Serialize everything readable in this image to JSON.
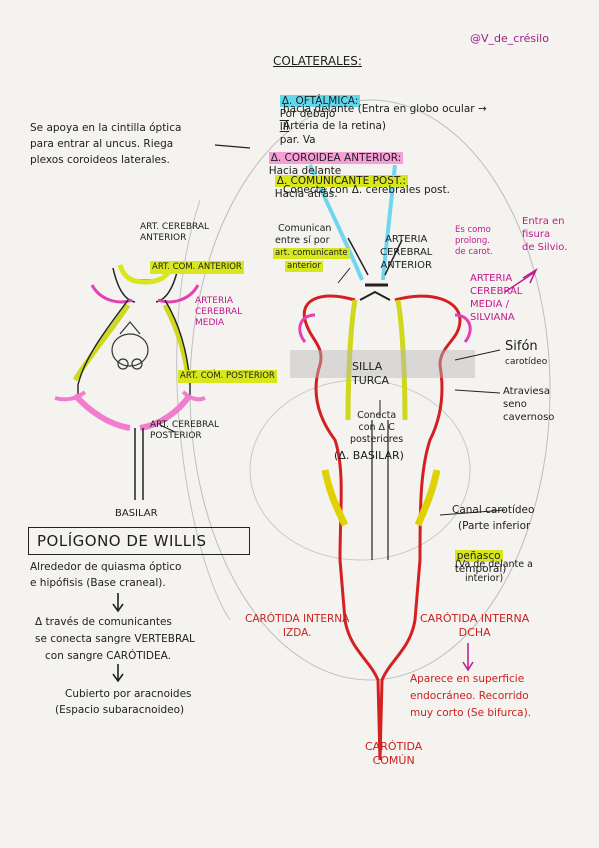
{
  "watermark": "@V_de_crésilo",
  "colaterales": {
    "title": "COLATERALES:",
    "oftalmica_label": "Δ. OFTÁLMICA:",
    "oftalmica_text1": "Por debajo",
    "oftalmica_nerve": "III",
    "oftalmica_text2": "par. Va",
    "oftalmica_line2": "hacia delante (Entra en globo ocular →",
    "oftalmica_line3": "Arteria de la retina)",
    "coroidea_label": "Δ. COROIDEA ANTERIOR:",
    "coroidea_text": "Hacia delante",
    "comunicante_label": "Δ. COMUNICANTE POST.:",
    "comunicante_text": "Hacia atrás.",
    "comunicante_line2": "Conecta con Δ. cerebrales post."
  },
  "left_note": {
    "line1": "Se apoya en la cintilla óptica",
    "line2": "para entrar al uncus. Riega",
    "line3": "plexos coroideos laterales."
  },
  "left_diagram": {
    "cerebral_anterior": "ART. CEREBRAL\nANTERIOR",
    "com_anterior": "ART. COM. ANTERIOR",
    "cerebral_media": "ARTERIA\nCEREBRAL\nMEDIA",
    "com_posterior": "ART. COM. POSTERIOR",
    "cerebral_posterior": "ART. CEREBRAL\nPOSTERIOR",
    "basilar": "BASILAR"
  },
  "center_diagram": {
    "comunican_1": "Comunican",
    "comunican_2": "entre sí por",
    "comunican_3": "art. comunicante",
    "comunican_4": "anterior",
    "arteria_cerebral_anterior": "ARTERIA\nCEREBRAL\nANTERIOR",
    "prolong_note": "Es como\nprolong.\nde carot.",
    "entra_fisura": "Entra en\nfisura\nde Silvio.",
    "arteria_media": "ARTERIA\nCEREBRAL\nMEDIA /\nSILVIANA",
    "sifon": "Sifón",
    "sifon_sub": "carotídeo",
    "silla_turca": "SILLA\nTURCA",
    "atraviesa": "Atraviesa\nseno\ncavernoso",
    "conecta": "Conecta\ncon Δ C\nposteriores",
    "basilar": "(Δ. BASILAR)",
    "canal_1": "Canal carotídeo",
    "canal_2": "(Parte inferior",
    "canal_peñasco": "peñasco",
    "canal_3": "temporal)",
    "canal_4": "(Va de delante a",
    "canal_5": "interior)",
    "carotida_izq": "CARÓTIDA INTERNA\nIZDA.",
    "carotida_dcha": "CARÓTIDA INTERNA\nDCHA",
    "aparece_1": "Aparece en superficie",
    "aparece_2": "endocráneo. Recorrido",
    "aparece_3": "muy corto (Se bifurca).",
    "carotida_comun": "CARÓTIDA\nCOMÚN"
  },
  "poligono": {
    "title": "POLÍGONO DE WILLIS",
    "line1": "Alrededor de quiasma óptico",
    "line2": "e hipófisis (Base craneal).",
    "line3": "Δ través de comunicantes",
    "line4": "se conecta sangre VERTEBRAL",
    "line5": "con sangre CARÓTIDEA.",
    "line6": "Cubierto por aracnoides",
    "line7": "(Espacio subaracnoideo)"
  },
  "colors": {
    "pink": "#c2188f",
    "red": "#cc1f1f",
    "yellow_highlight": "#d8e61e",
    "cyan_highlight": "#5fd8ee",
    "pink_highlight": "#f59fd7"
  }
}
